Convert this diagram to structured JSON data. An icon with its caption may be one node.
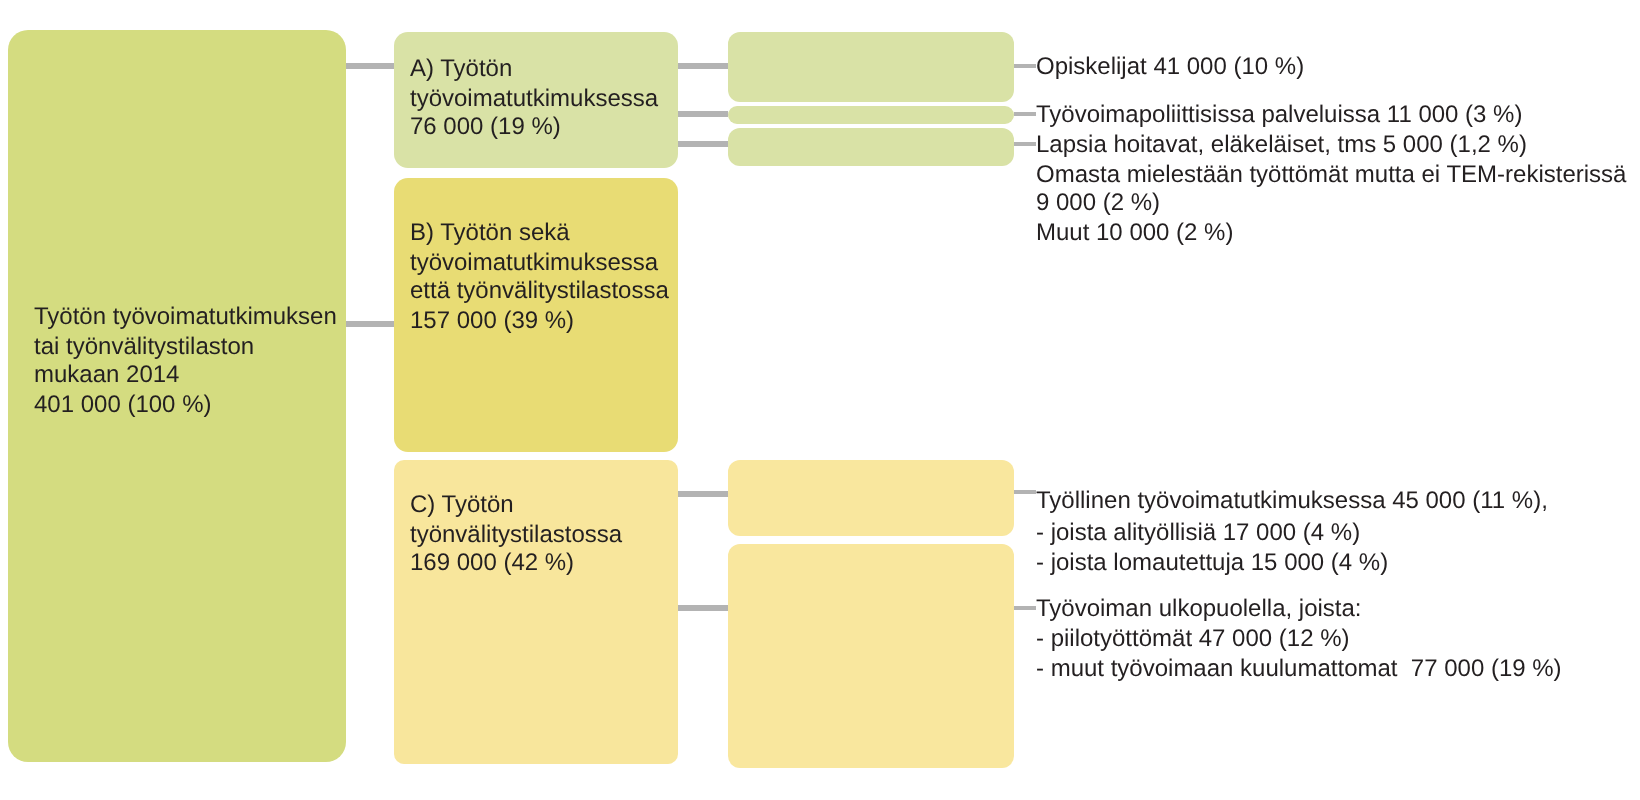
{
  "diagram": {
    "nodes": [
      {
        "text": [
          "Työtön työvoimatutkimuksen tai työnvälitystilaston mukaan 2014",
          "401 000 (100 %)"
        ]
      },
      {
        "text": [
          "A) Työtön työvoimatutkimuksessa",
          "76 000 (19 %)"
        ]
      },
      {
        "text": [
          "B) Työtön sekä työvoimatutkimuksessa että työnvälitystilastossa",
          "157 000 (39 %)"
        ]
      },
      {
        "text": [
          "C) Työtön työnvälitystilastossa",
          "169 000 (42 %)"
        ]
      },
      {
        "text": [],
        "shape": "box"
      },
      {
        "text": [],
        "shape": "box"
      },
      {
        "text": [],
        "shape": "box"
      },
      {
        "text": [],
        "shape": "box"
      },
      {
        "text": [],
        "shape": "box"
      },
      {
        "text": [
          "Opiskelijat 41 000 (10 %)"
        ]
      },
      {
        "text": [
          "Työvoimapoliittisissa palveluissa 11 000 (3 %)"
        ]
      },
      {
        "text": [
          "Lapsia hoitavat, eläkeläiset, tms 5 000 (1,2 %)",
          "Omasta mielestään työttömät mutta ei TEM-rekisterissä 9 000 (2 %)",
          "Muut 10 000 (2 %)"
        ]
      },
      {
        "text": [
          "Työllinen työvoimatutkimuksessa 45 000 (11 %),",
          "- joista alityöllisiä 17 000 (4 %)",
          "- joista lomautettuja 15 000 (4 %)"
        ]
      },
      {
        "text": [
          "Työvoiman ulkopuolella, joista:",
          "- piilotyöttömät 47 000 (12 %)",
          "- muut työvoimaan kuulumattomat  77 000 (19 %)"
        ]
      }
    ],
    "edges": [
      {
        "from": 0,
        "to": 1,
        "arrow": "none"
      },
      {
        "from": 0,
        "to": 2,
        "arrow": "none"
      },
      {
        "from": 1,
        "to": 4,
        "arrow": "none"
      },
      {
        "from": 1,
        "to": 5,
        "arrow": "none"
      },
      {
        "from": 1,
        "to": 6,
        "arrow": "none"
      },
      {
        "from": 3,
        "to": 7,
        "arrow": "none"
      },
      {
        "from": 3,
        "to": 8,
        "arrow": "none"
      },
      {
        "from": 4,
        "to": 9,
        "arrow": "none"
      },
      {
        "from": 5,
        "to": 10,
        "arrow": "none"
      },
      {
        "from": 6,
        "to": 11,
        "arrow": "none"
      },
      {
        "from": 7,
        "to": 12,
        "arrow": "none"
      },
      {
        "from": 8,
        "to": 13,
        "arrow": "none"
      }
    ]
  }
}
